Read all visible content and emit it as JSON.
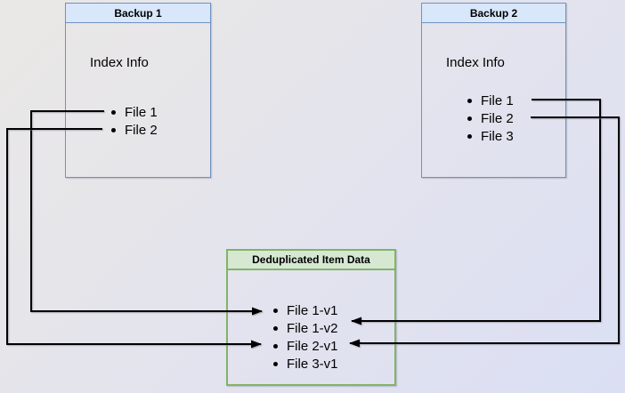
{
  "diagram": {
    "type": "backup-deduplication-diagram",
    "colors": {
      "background_start": "#eae8e5",
      "background_end": "#dbdff4",
      "backup_box_border": "#6f92c0",
      "backup_box_title_bg": "#d8e7fa",
      "dedup_box_border": "#82b366",
      "dedup_box_title_bg": "#d6e8d2",
      "arrow": "#000000",
      "text": "#000000"
    }
  },
  "boxes": {
    "backup1": {
      "title": "Backup 1",
      "subtitle": "Index Info",
      "items": [
        "File 1",
        "File 2"
      ]
    },
    "backup2": {
      "title": "Backup 2",
      "subtitle": "Index Info",
      "items": [
        "File 1",
        "File 2",
        "File 3"
      ]
    },
    "dedup": {
      "title": "Deduplicated Item Data",
      "items": [
        "File 1-v1",
        "File 1-v2",
        "File 2-v1",
        "File 3-v1"
      ]
    }
  },
  "connections": [
    {
      "from": "Backup 1 / File 1",
      "to": "Deduplicated Item Data / File 1-v1"
    },
    {
      "from": "Backup 1 / File 2",
      "to": "Deduplicated Item Data / File 2-v1"
    },
    {
      "from": "Backup 2 / File 1",
      "to": "Deduplicated Item Data / File 1-v2"
    },
    {
      "from": "Backup 2 / File 2",
      "to": "Deduplicated Item Data / File 2-v1"
    }
  ]
}
